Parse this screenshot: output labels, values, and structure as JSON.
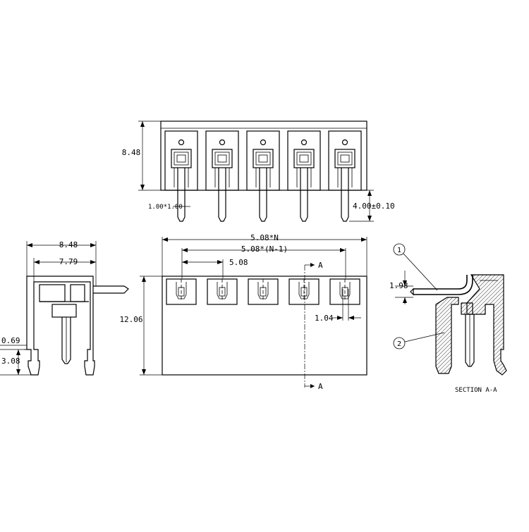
{
  "top_view": {
    "height_label": "8.48",
    "pitch_pin_label": "1.00*1.00",
    "pin_length_label": "4.00±0.10",
    "pin_count": 5
  },
  "front_view": {
    "total_width_label": "5.08*N",
    "span_label": "5.08*(N-1)",
    "pitch_label": "5.08",
    "height_label": "12.06",
    "offset_label": "1.04",
    "section_top_label": "A",
    "section_bottom_label": "A"
  },
  "side_view": {
    "width_label": "8.48",
    "inner_width_label": "7.79",
    "step_label": "0.69",
    "pin_label": "3.08"
  },
  "section_view": {
    "title": "SECTION A-A",
    "height_label": "1.98",
    "callout_1": "1",
    "callout_2": "2"
  }
}
